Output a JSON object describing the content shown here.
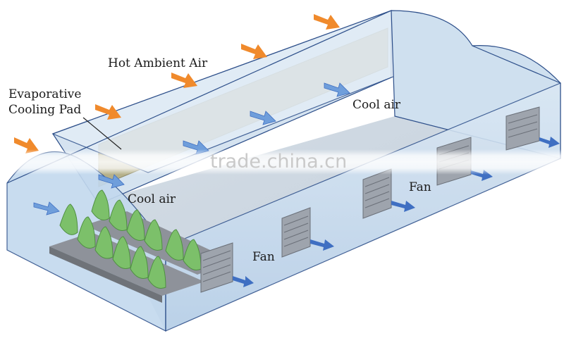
{
  "labels": {
    "hot_ambient_air": "Hot Ambient Air",
    "evaporative_line1": "Evaporative",
    "evaporative_line2": "Cooling Pad",
    "cool_air_top": "Cool air",
    "cool_air_bottom": "Cool air",
    "fan_left": "Fan",
    "fan_right": "Fan"
  },
  "watermark": "trade.china.cn",
  "colors": {
    "hot_air_arrow": "#f08a2c",
    "cool_air_arrow": "#5b8fd0",
    "exhaust_arrow": "#3f6fc2",
    "cooling_pad": "#b5b08a",
    "plant": "#7cc06a",
    "fan_housing": "#9ea4ad",
    "greenhouse_wall": "#c6dcef",
    "greenhouse_edge": "#2d4f8a"
  }
}
